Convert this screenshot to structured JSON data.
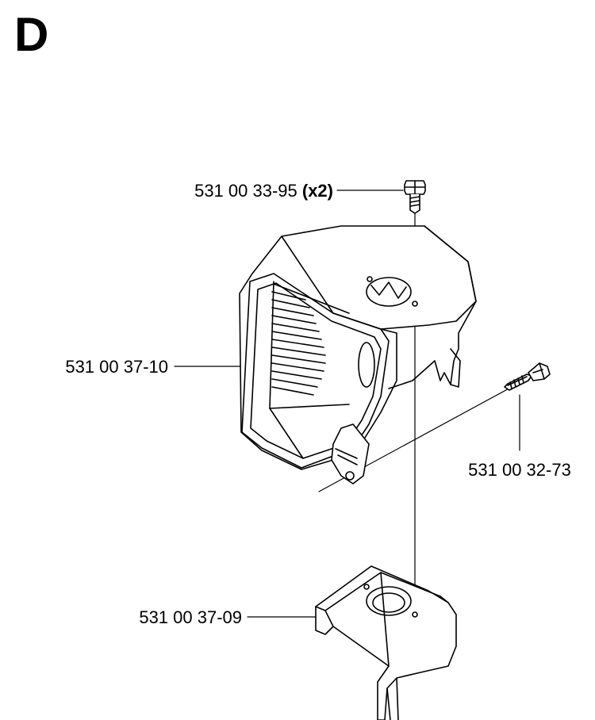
{
  "section_letter": "D",
  "parts": [
    {
      "part_number": "531 00 33-95",
      "quantity": "(x2)"
    },
    {
      "part_number": "531 00 37-10"
    },
    {
      "part_number": "531 00 32-73"
    },
    {
      "part_number": "531 00 37-09"
    }
  ]
}
